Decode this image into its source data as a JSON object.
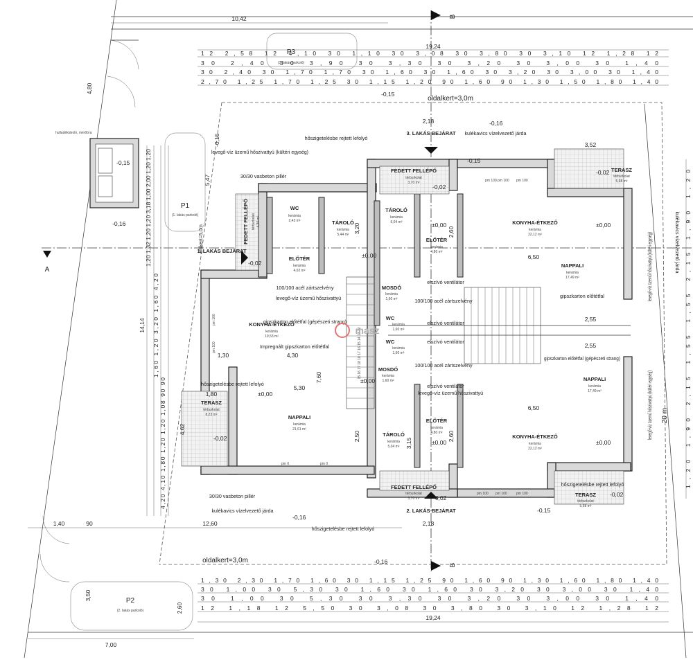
{
  "dims": {
    "top_overall": "10,42",
    "top_total": "19,24",
    "bottom_total": "19,24",
    "left_total": "14,14",
    "left_upper": "4,80",
    "left_p1": "5,47",
    "terrace_w": "3,52",
    "bottom_left": "12,60",
    "bottom_mid": "2,18",
    "top_mid": "2,18",
    "p2_width": "7,00",
    "p2_height": "3,50",
    "p2_side": "2,60",
    "gap_40": "1,40",
    "gap_90": "90",
    "c6_50a": "6,50",
    "c6_50b": "6,50",
    "c2_55a": "2,55",
    "c2_55b": "2,55",
    "c7_60": "7,60",
    "c5_30": "5,30",
    "c4_30": "4,30",
    "c1_30": "1,30",
    "c1_80": "1,80",
    "c4_62": "4,62",
    "c2_50": "2,50",
    "c3_15": "3,15",
    "c3_20": "3,20",
    "c2_60a": "2,60",
    "c2_60b": "2,60",
    "r1": "12 2,58 12 4,10 30 1,10 30 3,08 30 3,80 30 3,10 12 1,28 12",
    "r2": "30 2,40 30 3,90 30 3,30 30 3,20 30 3,00 30 1,40",
    "r3": "30 2,40 30 1,70 1,70 30 1,60 30 1,60 30 3,20 30 3,00 30 1,40",
    "r4": "2,70 1,25 1,70 1,25 30 1,15 1,20 90 1,60 90 1,30 1,50 1,80 1,40",
    "b1": "1,30 2,30 1,70 1,60 30 1,15 1,25 90 1,60 90 1,30 1,60 1,80 1,40",
    "b2": "30 1,00 30 5,30 30 1,60 30 1,60 30 3,20 30 3,00 30 1,40",
    "b3": "30 1,00 30 5,30 30 3,30 30 3,20 30 3,00 30 1,40",
    "b4": "12 1,18 12 5,50 30 3,08 30 3,80 30 3,10 12 1,28 12",
    "left_chain_top": "1,20 1,32 1,20 1,20 3,18 1,00 2,00 1,20 1,20",
    "left_chain_mid": "1,60 1,20 3,20 1,60 4,20",
    "left_chain_bot": "4,20 4,10 1,80 1,20 1,20 1,08 90 90",
    "right_chain": "1,20 1,90 2,15 1,55 1,55 2,15 1,90 1,20",
    "stair_steps": "15 16 17 18 18 17 16 15 14 13 12"
  },
  "levels": {
    "l1": "-0,15",
    "l2": "-0,16",
    "l3": "-0,15",
    "l4": "-0,16",
    "l5": "-0,15",
    "l6": "-0,02",
    "l7": "-0,02",
    "l8": "-0,02",
    "l9": "-0,02",
    "l10": "-0,02",
    "l11": "-0,16",
    "l12": "-0,15",
    "l13": "-0,15",
    "l14": "-0,02",
    "l15": "-0,16",
    "z1": "±0,00",
    "z2": "±0,00",
    "z3": "±0,00",
    "z4": "±0,00",
    "z5": "±0,00",
    "z6": "±0,00",
    "z7": "±0,00"
  },
  "labels": {
    "setback_top": "oldalkert=3,0m",
    "setback_bottom": "oldalkert=3,0m",
    "setback_left": "előkert=5,0m",
    "setback_right": "20 m",
    "gravel_top": "kulékavics vízelvezető járda",
    "gravel_bottom": "kulékavics vízelvezető járda",
    "gravel_right": "kulékavics vízelvezető járda",
    "gutter_1": "hőszigetelésbe rejtett lefolyó",
    "gutter_2": "hőszigetelésbe rejtett lefolyó",
    "gutter_3": "hőszigetelésbe rejtett lefolyó",
    "gutter_4": "hőszigetelésbe rejtett lefolyó",
    "heatpump_1": "levegő-víz üzemű hőszivattyú (kültéri egység)",
    "heatpump_2": "levegő-víz üzemű hőszivattyú",
    "heatpump_3": "levegő-víz üzemű hőszivattyú",
    "heatpump_4": "levegő-víz üzemű hőszivattyú (kültéri egység)",
    "heatpump_5": "levegő-víz üzemű hőszivattyú (kültéri egység)",
    "pillar_1": "30/30 vasbeton pillér",
    "pillar_2": "30/30 vasbeton pillér",
    "gypsum_1": "gipszkarton előtétfal (gépészeti strang)",
    "gypsum_2": "gipszkarton előtétfal",
    "gypsum_3": "gipszkarton előtétfal (gépészeti strang)",
    "gypsum_4": "Impregnált gipszkarton előtétfal",
    "steel_1": "100/100 acél zártszelvény",
    "steel_2": "100/100 acél zártszelvény",
    "steel_3": "100/100 acél zártszelvény",
    "fan_1": "elszívó ventilátor",
    "fan_2": "elszívó ventilátor",
    "fan_3": "elszívó ventilátor",
    "fan_4": "elszívó ventilátor",
    "waste": "hulladéktároló, mérőóra",
    "entrance_1": "1. LAKÁS BEJÁRAT",
    "entrance_2": "2. LAKÁS BEJÁRAT",
    "entrance_3": "3. LAKÁS BEJÁRAT",
    "section_a": "A",
    "section_b_top": "B",
    "section_b_bottom": "B",
    "watermark": "masz"
  },
  "parking": {
    "p1": "P1",
    "p1_sub": "(1. lakás parkoló)",
    "p2": "P2",
    "p2_sub": "(2. lakás parkoló)",
    "p3": "P3",
    "p3_sub": "(3. lakás parkoló)"
  },
  "rooms": {
    "fedett1": "FEDETT FELLÉPŐ",
    "fedett1_sub": "térburkolat",
    "fedett1_area": "4,30 m²",
    "wc1": "WC",
    "wc1_sub": "kerámia",
    "wc1_area": "2,43 m²",
    "eloter1": "ELŐTÉR",
    "eloter1_sub": "kerámia",
    "eloter1_area": "4,02 m²",
    "tarolo1": "TÁROLÓ",
    "tarolo1_sub": "kerámia",
    "tarolo1_area": "5,44 m²",
    "konyha1": "KONYHA-ÉTKEZŐ",
    "konyha1_sub": "kerámia",
    "konyha1_area": "19,53 m²",
    "nappali1": "NAPPALI",
    "nappali1_sub": "kerámia",
    "nappali1_area": "21,61 m²",
    "terasz1": "TERASZ",
    "terasz1_sub": "térburkolat",
    "terasz1_area": "8,23 m²",
    "fedett3": "FEDETT FELLÉPŐ",
    "fedett3_sub": "térburkolat",
    "fedett3_area": "3,70 m²",
    "tarolo3": "TÁROLÓ",
    "tarolo3_sub": "kerámia",
    "tarolo3_area": "5,04 m²",
    "eloter3": "ELŐTÉR",
    "eloter3_sub": "kerámia",
    "eloter3_area": "4,80 m²",
    "mosdo3": "MOSDÓ",
    "mosdo3_sub": "kerámia",
    "mosdo3_area": "1,60 m²",
    "wc3": "WC",
    "wc3_sub": "kerámia",
    "wc3_area": "1,60 m²",
    "konyha3": "KONYHA-ÉTKEZŐ",
    "konyha3_sub": "kerámia",
    "konyha3_area": "22,12 m²",
    "nappali3": "NAPPALI",
    "nappali3_sub": "kerámia",
    "nappali3_area": "17,49 m²",
    "terasz3": "TERASZ",
    "terasz3_sub": "térburkolat",
    "terasz3_area": "5,98 m²",
    "mosdo2": "MOSDÓ",
    "mosdo2_sub": "kerámia",
    "mosdo2_area": "1,60 m²",
    "wc2": "WC",
    "wc2_sub": "kerámia",
    "wc2_area": "1,60 m²",
    "tarolo2": "TÁROLÓ",
    "tarolo2_sub": "kerámia",
    "tarolo2_area": "5,04 m²",
    "eloter2": "ELŐTÉR",
    "eloter2_sub": "kerámia",
    "eloter2_area": "4,80 m²",
    "fedett2": "FEDETT FELLÉPŐ",
    "fedett2_sub": "térburkolat",
    "fedett2_area": "3,70 m²",
    "konyha2": "KONYHA-ÉTKEZŐ",
    "konyha2_sub": "kerámia",
    "konyha2_area": "22,12 m²",
    "nappali2": "NAPPALI",
    "nappali2_sub": "kerámia",
    "nappali2_area": "17,49 m²",
    "terasz2": "TERASZ",
    "terasz2_sub": "térburkolat",
    "terasz2_area": "5,98 m²"
  },
  "openings": {
    "o1": "pm 100",
    "o2": "pm 100",
    "o3": "pm 100",
    "o4": "pm 0",
    "o5": "pm 0",
    "o6": "pm 100",
    "o7": "pm 100",
    "o8": "pm 100",
    "o9": "pm 100",
    "o10": "pm 100"
  }
}
